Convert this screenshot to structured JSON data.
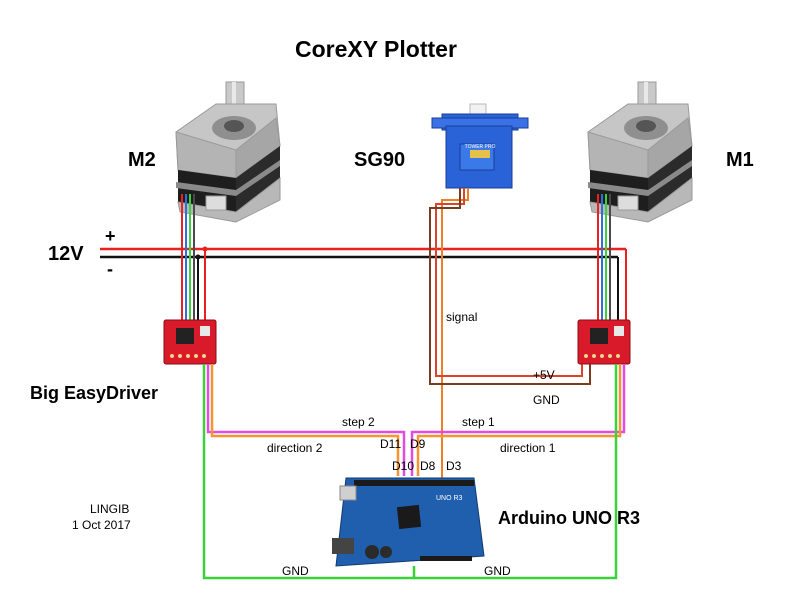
{
  "title": "CoreXY Plotter",
  "components": {
    "motor_left": "M2",
    "motor_right": "M1",
    "servo": "SG90",
    "servo_brand": "TOWER PRO",
    "driver": "Big EasyDriver",
    "board": "Arduino UNO R3",
    "board_silkscreen": "UNO R3"
  },
  "power": {
    "voltage": "12V",
    "plus": "+",
    "minus": "-"
  },
  "wires": {
    "signal": "signal",
    "plus5v": "+5V",
    "gnd_top": "GND",
    "step2": "step 2",
    "step1": "step 1",
    "direction2": "direction 2",
    "direction1": "direction 1",
    "gnd_left": "GND",
    "gnd_right": "GND"
  },
  "pins": {
    "d11": "D11",
    "d9": "D9",
    "d10": "D10",
    "d8": "D8",
    "d3": "D3"
  },
  "credit": {
    "author": "LINGIB",
    "date": "1 Oct 2017"
  },
  "colors": {
    "power_positive": "#e8221f",
    "power_negative": "#111111",
    "servo_signal": "#f07e25",
    "servo_vcc": "#d9442a",
    "servo_gnd": "#7a3b1e",
    "step": "#e24ae2",
    "direction": "#f39530",
    "ground": "#3bd13b",
    "driver_board": "#d81a2a",
    "arduino_board": "#1f5fae",
    "servo_body": "#2a62d8"
  }
}
